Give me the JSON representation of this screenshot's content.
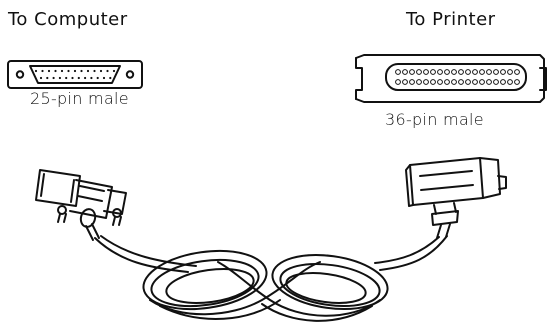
{
  "labels": {
    "to_computer": "To Computer",
    "to_printer": "To Printer",
    "computer_connector": "25-pin male",
    "printer_connector": "36-pin male"
  },
  "colors": {
    "line": "#111111",
    "background": "#ffffff"
  }
}
